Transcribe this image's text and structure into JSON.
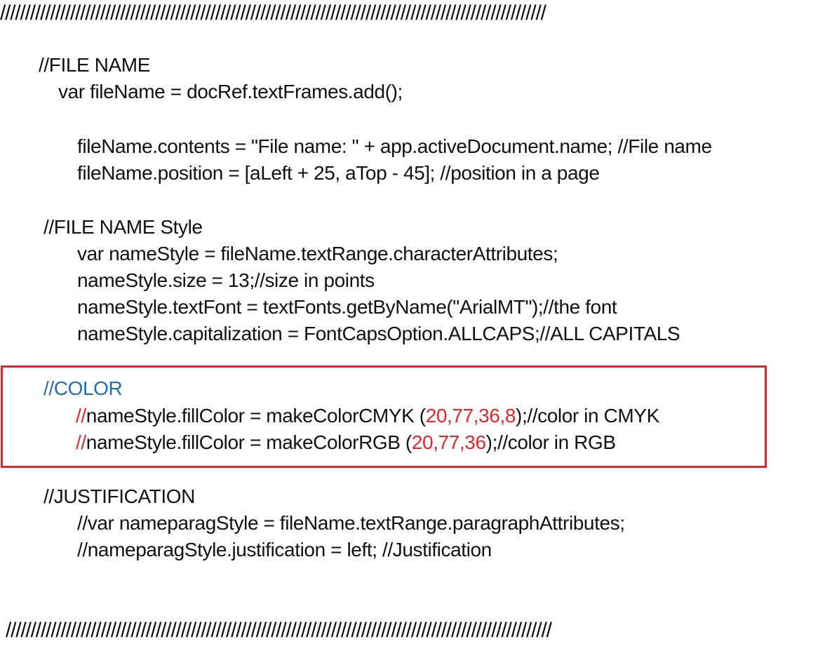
{
  "rules": {
    "top": "/////////////////////////////////////////////////////////////////////////////////////////////////////////////",
    "bottom": "/////////////////////////////////////////////////////////////////////////////////////////////////////////////"
  },
  "file_name_section": {
    "comment": "//FILE NAME",
    "decl": "var fileName = docRef.textFrames.add();",
    "contents": "fileName.contents = \"File name: \" + app.activeDocument.name; //File name",
    "position": "fileName.position = [aLeft + 25, aTop - 45]; //position in a page"
  },
  "style_section": {
    "comment": "//FILE NAME Style",
    "decl": "var nameStyle = fileName.textRange.characterAttributes;",
    "size": "nameStyle.size = 13;//size in points",
    "font": "nameStyle.textFont = textFonts.getByName(\"ArialMT\");//the font",
    "caps": "nameStyle.capitalization = FontCapsOption.ALLCAPS;//ALL CAPITALS"
  },
  "color_section": {
    "comment": "//COLOR",
    "cmyk": {
      "prefix": "//",
      "before": "nameStyle.fillColor = makeColorCMYK (",
      "values": "20,77,36,8",
      "after": ");//color in CMYK"
    },
    "rgb": {
      "prefix": "//",
      "before": "nameStyle.fillColor = makeColorRGB (",
      "values": "20,77,36",
      "after": ");//color in RGB"
    }
  },
  "justification_section": {
    "comment": "//JUSTIFICATION",
    "decl": "//var nameparagStyle = fileName.textRange.paragraphAttributes;",
    "setting": "//nameparagStyle.justification = left; //Justification"
  },
  "colors": {
    "text": "#111111",
    "comment_blue": "#1f6fb2",
    "highlight_red": "#e3262e"
  }
}
